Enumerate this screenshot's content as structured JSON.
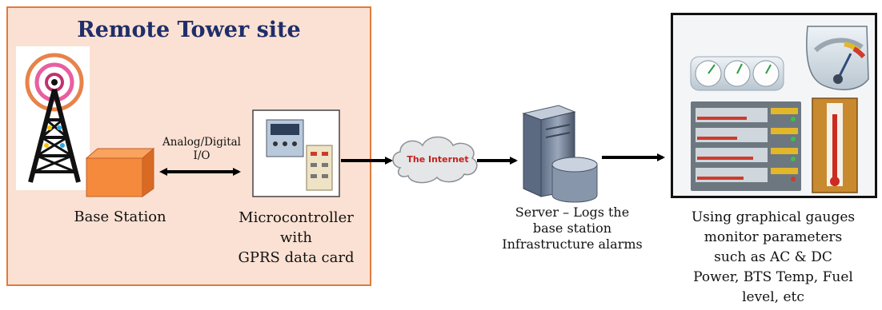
{
  "site_title": "Remote Tower site",
  "labels": {
    "base_station": "Base Station",
    "io": [
      "Analog/Digital",
      "I/O"
    ],
    "microcontroller": [
      "Microcontroller",
      "with",
      "GPRS data card"
    ],
    "internet": "The Internet",
    "server": [
      "Server – Logs the",
      "base station",
      "Infrastructure alarms"
    ],
    "gauges": [
      "Using graphical gauges",
      "monitor parameters",
      "such as AC & DC",
      "Power, BTS Temp, Fuel",
      "level, etc"
    ]
  },
  "colors": {
    "site_bg": "#fbe1d3",
    "site_border": "#e07b3c",
    "title": "#1f2e6a",
    "base_station": "#f58a3c",
    "arrow": "#000000"
  },
  "icons": {
    "tower": "tower-icon",
    "base_station": "base-station-box-icon",
    "microcontroller": "microcontroller-panel-icon",
    "cloud": "cloud-icon",
    "server": "server-icon",
    "gauges": "gauges-dashboard-icon"
  }
}
